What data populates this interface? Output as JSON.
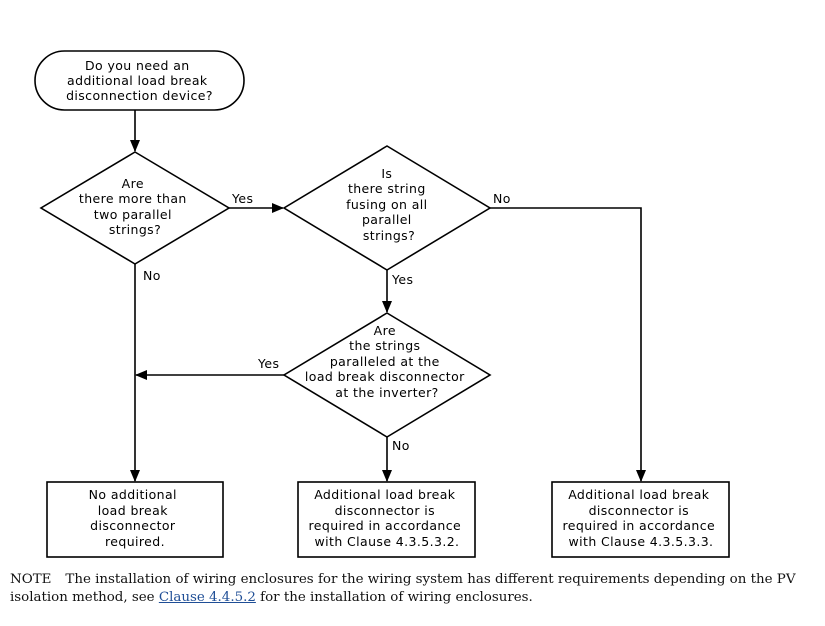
{
  "nodes": {
    "start": {
      "lines": [
        "Do you need an",
        "additional load break",
        "disconnection device?"
      ]
    },
    "q_parallel": {
      "lines": [
        "Are",
        "there more than",
        "two parallel",
        "strings?"
      ]
    },
    "q_fusing": {
      "lines": [
        "Is",
        "there string",
        "fusing on all",
        "parallel",
        "strings?"
      ]
    },
    "q_paralleled_at": {
      "lines": [
        "Are",
        "the strings",
        "paralleled at the",
        "load break disconnector",
        "at the inverter?"
      ]
    },
    "out_none": {
      "lines": [
        "No additional",
        "load break",
        "disconnector",
        "required."
      ]
    },
    "out_4_3_5_3_2": {
      "lines": [
        "Additional load break",
        "disconnector is",
        "required in accordance",
        "with Clause 4.3.5.3.2."
      ]
    },
    "out_4_3_5_3_3": {
      "lines": [
        "Additional load break",
        "disconnector is",
        "required in accordance",
        "with Clause 4.3.5.3.3."
      ]
    }
  },
  "edge_labels": {
    "parallel_yes": "Yes",
    "parallel_no": "No",
    "fusing_no": "No",
    "fusing_yes": "Yes",
    "paralleled_yes": "Yes",
    "paralleled_no": "No"
  },
  "note": {
    "tag": "NOTE",
    "text_before": "The installation of wiring enclosures for the wiring system has different requirements depending on the PV isolation method, see ",
    "link_text": "Clause 4.4.5.2",
    "text_after": " for the installation of wiring enclosures.",
    "link_color": "#1f4e96"
  }
}
